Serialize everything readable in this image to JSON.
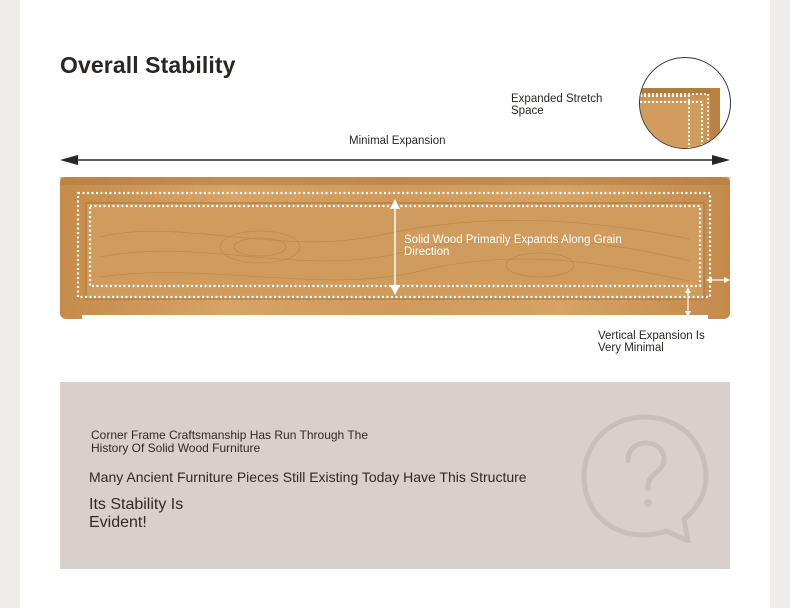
{
  "title": "Overall Stability",
  "labels": {
    "expanded": "Expanded Stretch Space",
    "minimal": "Minimal Expansion",
    "grain": "Solid Wood Primarily Expands Along Grain Direction",
    "vertical": "Vertical Expansion Is Very Minimal"
  },
  "panel": {
    "line1": "Corner Frame Craftsmanship Has Run Through The History Of Solid Wood Furniture",
    "line2": "Many Ancient Furniture Pieces Still Existing Today Have This Structure",
    "line3": "Its Stability Is Evident!"
  },
  "icons": {
    "question": "question-bubble-icon"
  },
  "colors": {
    "wood": "#c8904f",
    "panel_bg": "#d8d0cc",
    "text": "#2b2622"
  }
}
